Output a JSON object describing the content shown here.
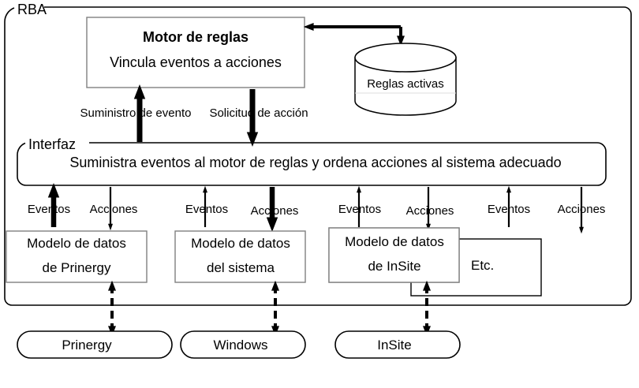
{
  "diagram": {
    "title": "RBA",
    "outer_container_label": "RBA",
    "interface_container_label": "Interfaz",
    "stroke_color": "#000000",
    "box_border_color": "#808080",
    "background": "#ffffff",
    "engine": {
      "title": "Motor de reglas",
      "subtitle": "Vincula eventos a acciones"
    },
    "datastore": {
      "label": "Reglas activas"
    },
    "interface": {
      "name": "Interfaz",
      "description": "Suministra eventos al motor de reglas y ordena acciones al sistema adecuado"
    },
    "engine_links": [
      {
        "label": "Suministro de evento",
        "direction": "up"
      },
      {
        "label": "Solicitud de acción",
        "direction": "down"
      }
    ],
    "channels": [
      {
        "event_label": "Eventos",
        "action_label": "Acciones",
        "event_weight": "thick",
        "action_weight": "thin"
      },
      {
        "event_label": "Eventos",
        "action_label": "Acciones",
        "event_weight": "thin",
        "action_weight": "thick"
      },
      {
        "event_label": "Eventos",
        "action_label": "Acciones",
        "event_weight": "thin",
        "action_weight": "thin"
      },
      {
        "event_label": "Eventos",
        "action_label": "Acciones",
        "event_weight": "thin",
        "action_weight": "thin"
      }
    ],
    "data_models": [
      {
        "line1": "Modelo de datos",
        "line2": "de Prinergy"
      },
      {
        "line1": "Modelo de datos",
        "line2": "del sistema"
      },
      {
        "line1": "Modelo de datos",
        "line2": "de InSite"
      }
    ],
    "etc_box": {
      "label": "Etc."
    },
    "systems": [
      {
        "label": "Prinergy"
      },
      {
        "label": "Windows"
      },
      {
        "label": "InSite"
      }
    ]
  }
}
